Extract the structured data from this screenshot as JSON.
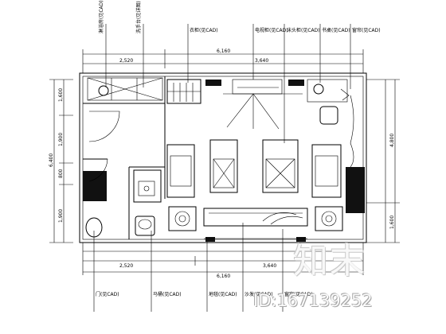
{
  "drawing": {
    "callouts_top": [
      "淋浴房(见CAD)",
      "洗手台(见详图)",
      "衣柜(见CAD)",
      "电视柜(见CAD)",
      "床头柜(见CAD)",
      "书桌(见CAD)",
      "窗帘(见CAD)"
    ],
    "callouts_bottom": [
      "门(见CAD)",
      "马桶(见CAD)",
      "地毯(见CAD)",
      "沙发(见CAD)",
      "窗帘(见CAD)"
    ],
    "dims_top": [
      "2,520",
      "3,640"
    ],
    "dim_top_total": "6,160",
    "dims_bottom": [
      "2,520",
      "3,640"
    ],
    "dim_bottom_total": "6,160",
    "dims_left": [
      "1,600",
      "1,900",
      "800",
      "1,900"
    ],
    "dim_left_total": "6,400",
    "dims_right": [
      "4,800",
      "1,600"
    ]
  },
  "watermark": {
    "logo": "知末",
    "id": "ID:167139252"
  }
}
